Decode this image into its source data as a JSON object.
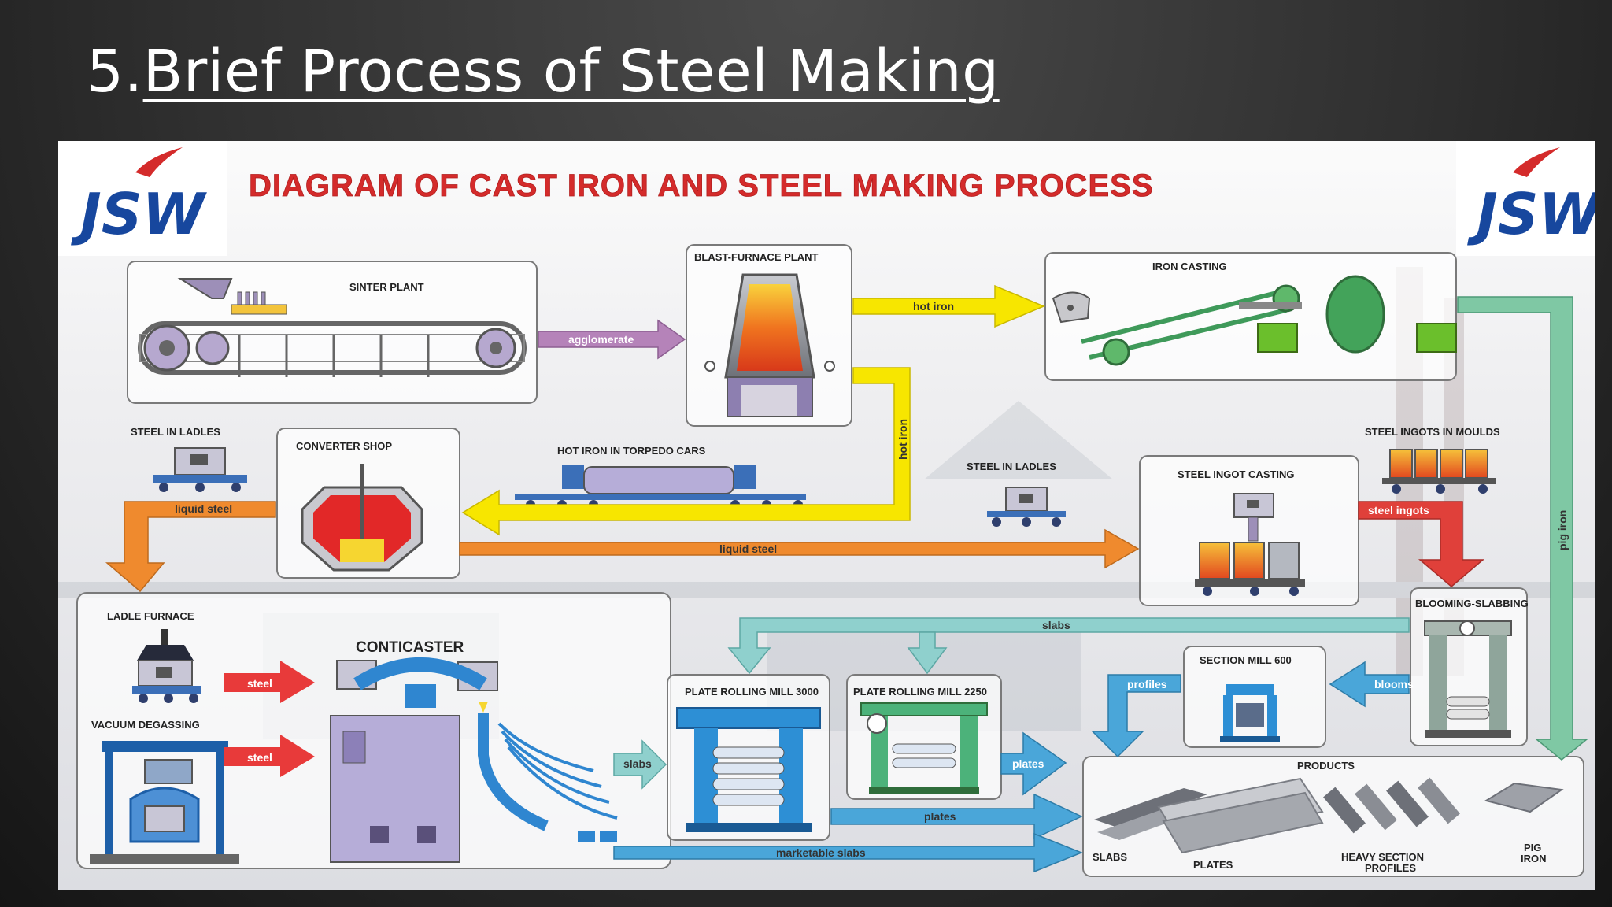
{
  "slide": {
    "number": "5.",
    "title": "Brief Process of Steel Making"
  },
  "diagram": {
    "heading": "DIAGRAM OF CAST IRON AND STEEL MAKING PROCESS",
    "logo_text": "JSW",
    "stations": {
      "sinter_plant": "SINTER PLANT",
      "blast_furnace": "BLAST-FURNACE PLANT",
      "iron_casting": "IRON CASTING",
      "steel_in_ladles_left": "STEEL IN LADLES",
      "converter_shop": "CONVERTER SHOP",
      "hot_iron_torpedo": "HOT IRON IN TORPEDO CARS",
      "steel_in_ladles_mid": "STEEL IN LADLES",
      "steel_ingot_casting": "STEEL INGOT CASTING",
      "steel_ingots_moulds": "STEEL INGOTS IN MOULDS",
      "ladle_furnace": "LADLE FURNACE",
      "conticaster": "CONTICASTER",
      "vacuum_degassing": "VACUUM DEGASSING",
      "plate_mill_3000": "PLATE ROLLING MILL 3000",
      "plate_mill_2250": "PLATE ROLLING MILL 2250",
      "section_mill": "SECTION MILL 600",
      "blooming": "BLOOMING-SLABBING",
      "products": "PRODUCTS"
    },
    "flows": {
      "agglomerate": "agglomerate",
      "hot_iron": "hot iron",
      "hot_iron_vertical": "hot iron",
      "liquid_steel_left": "liquid steel",
      "liquid_steel_main": "liquid steel",
      "steel_ingots": "steel ingots",
      "pig_iron": "pig iron",
      "slabs_top": "slabs",
      "slabs_left": "slabs",
      "steel_1": "steel",
      "steel_2": "steel",
      "profiles": "profiles",
      "blooms": "blooms",
      "plates_vertical": "plates",
      "plates_bottom": "plates",
      "marketable_slabs": "marketable slabs"
    },
    "products": {
      "slabs": "SLABS",
      "plates": "PLATES",
      "heavy_1": "HEAVY SECTION",
      "heavy_2": "PROFILES",
      "pig_1": "PIG",
      "pig_2": "IRON"
    },
    "colors": {
      "heading": "#d42b2b",
      "logo": "#17479e",
      "hot_iron_arrow": "#f7e600",
      "liquid_steel_arrow": "#ef8a2e",
      "agglomerate_arrow": "#b583b9",
      "pig_iron_arrow": "#7fc8a4",
      "slabs_arrow": "#8fd0cd",
      "products_arrow": "#4aa6d9",
      "ingots_arrow": "#e0403a",
      "steel_arrow": "#e83a3a"
    }
  }
}
